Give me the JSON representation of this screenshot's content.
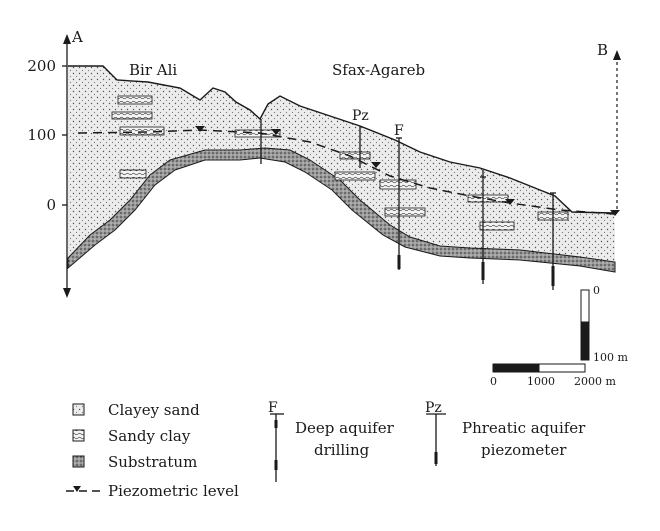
{
  "section": {
    "start_label": "A",
    "end_label": "B",
    "elevation_ticks": [
      "200",
      "100",
      "0"
    ],
    "places": [
      "Bir Ali",
      "Sfax-Agareb"
    ]
  },
  "wells": {
    "piezometer_label": "Pz",
    "drilling_label": "F"
  },
  "scale": {
    "vertical_top": "0",
    "vertical_bottom": "100 m",
    "horizontal": [
      "0",
      "1000",
      "2000 m"
    ]
  },
  "legend": {
    "clayey_sand": "Clayey sand",
    "sandy_clay": "Sandy clay",
    "substratum": "Substratum",
    "piezometric_level": "Piezometric level",
    "deep_well_symbol": "F",
    "deep_well_lines": [
      "Deep aquifer",
      "drilling"
    ],
    "phreatic_symbol": "Pz",
    "phreatic_lines": [
      "Phreatic aquifer",
      "piezometer"
    ]
  },
  "colors": {
    "ink": "#1a1a1a",
    "sand_fill": "#ebebeb",
    "substratum_fill": "#8c8c8c"
  }
}
